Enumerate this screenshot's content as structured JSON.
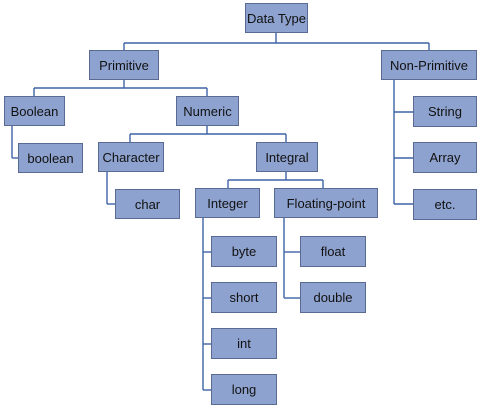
{
  "diagram": {
    "root": "Data Type",
    "primitive": "Primitive",
    "non_primitive": "Non-Primitive",
    "boolean": "Boolean",
    "boolean_type": "boolean",
    "numeric": "Numeric",
    "character": "Character",
    "char_type": "char",
    "integral": "Integral",
    "integer": "Integer",
    "floating_point": "Floating-point",
    "byte": "byte",
    "short": "short",
    "int": "int",
    "long": "long",
    "float": "float",
    "double": "double",
    "string": "String",
    "array": "Array",
    "etc": "etc."
  },
  "colors": {
    "node_fill": "#8ea2cf",
    "node_border": "#5a6a92",
    "connector": "#3f64a6",
    "background": "#ffffff"
  }
}
